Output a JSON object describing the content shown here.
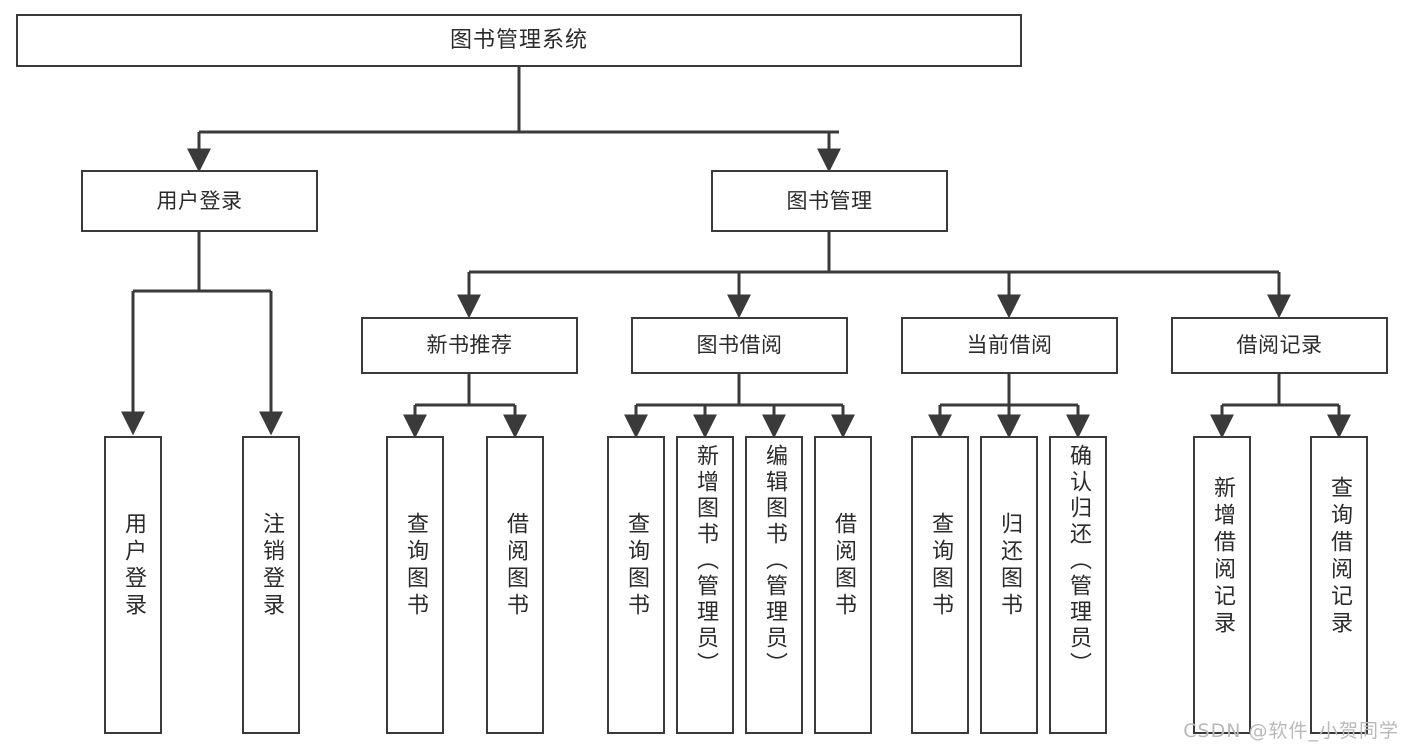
{
  "diagram": {
    "title": "图书管理系统",
    "type": "tree-hierarchy-chart",
    "watermark": "CSDN @软件_小贺同学",
    "colors": {
      "box_border": "#3a3a3a",
      "box_fill": "#ffffff",
      "text": "#2b2b2b",
      "edge": "#3a3a3a",
      "watermark": "#b9b9b9",
      "background": "#ffffff"
    },
    "root": {
      "label": "图书管理系统"
    },
    "level2": [
      {
        "label": "用户登录"
      },
      {
        "label": "图书管理"
      }
    ],
    "level3": [
      {
        "label": "新书推荐"
      },
      {
        "label": "图书借阅"
      },
      {
        "label": "当前借阅"
      },
      {
        "label": "借阅记录"
      }
    ],
    "leaves": {
      "user_login": [
        {
          "label": "用户登录"
        },
        {
          "label": "注销登录"
        }
      ],
      "new_book_recommend": [
        {
          "label": "查询图书"
        },
        {
          "label": "借阅图书"
        }
      ],
      "book_borrow": [
        {
          "label": "查询图书"
        },
        {
          "label": "新增图书（管理员）"
        },
        {
          "label": "编辑图书（管理员）"
        },
        {
          "label": "借阅图书"
        }
      ],
      "current_borrow": [
        {
          "label": "查询图书"
        },
        {
          "label": "归还图书"
        },
        {
          "label": "确认归还（管理员）"
        }
      ],
      "borrow_records": [
        {
          "label": "新增借阅记录"
        },
        {
          "label": "查询借阅记录"
        }
      ]
    }
  }
}
